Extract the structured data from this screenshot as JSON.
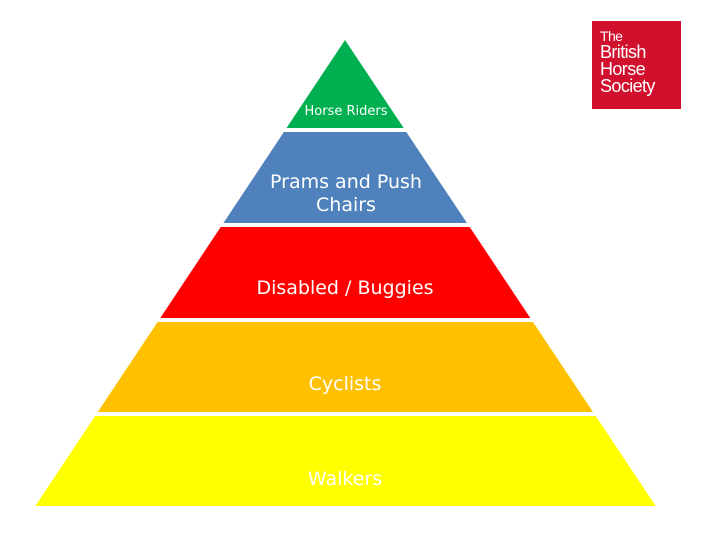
{
  "logo": {
    "lines": [
      "The",
      "British",
      "Horse",
      "Society"
    ],
    "color": "#d0102d"
  },
  "pyramid": {
    "tiers": [
      {
        "label": "Horse Riders",
        "color": "#00b050"
      },
      {
        "label": "Prams and Push\nChairs",
        "color": "#4f81bd"
      },
      {
        "label": "Disabled / Buggies",
        "color": "#ff0000"
      },
      {
        "label": "Cyclists",
        "color": "#ffc000"
      },
      {
        "label": "Walkers",
        "color": "#ffff00"
      }
    ]
  }
}
